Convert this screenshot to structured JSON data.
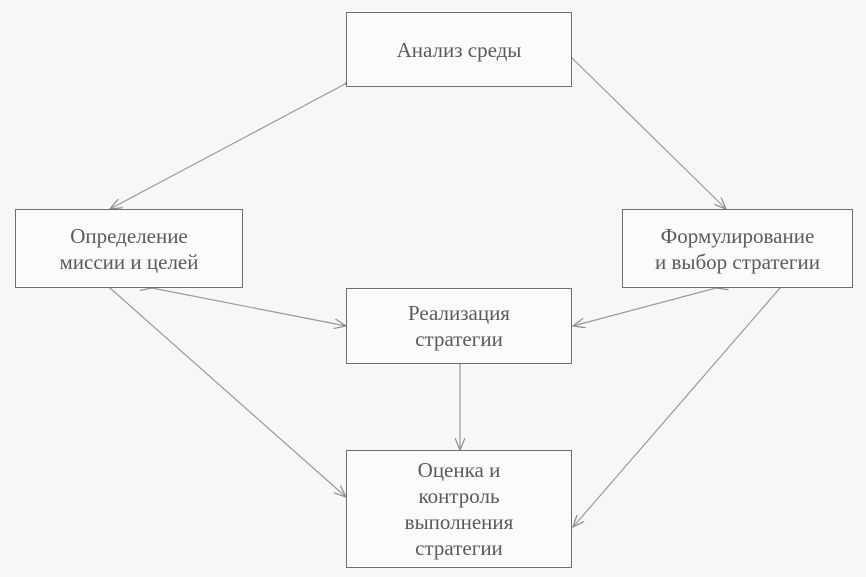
{
  "diagram": {
    "nodes": [
      {
        "id": "env",
        "label": "Анализ среды"
      },
      {
        "id": "mission",
        "label": "Определение\nмиссии и целей"
      },
      {
        "id": "formulation",
        "label": "Формулирование\nи выбор стратегии"
      },
      {
        "id": "implementation",
        "label": "Реализация\nстратегии"
      },
      {
        "id": "evaluation",
        "label": "Оценка и\nконтроль\nвыполнения\nстратегии"
      }
    ],
    "edges": [
      {
        "from": "env",
        "to": "mission",
        "type": "bidirectional"
      },
      {
        "from": "env",
        "to": "formulation",
        "type": "bidirectional"
      },
      {
        "from": "mission",
        "to": "implementation",
        "type": "bidirectional"
      },
      {
        "from": "formulation",
        "to": "implementation",
        "type": "bidirectional"
      },
      {
        "from": "implementation",
        "to": "evaluation",
        "type": "bidirectional"
      },
      {
        "from": "mission",
        "to": "evaluation",
        "type": "bidirectional"
      },
      {
        "from": "formulation",
        "to": "evaluation",
        "type": "bidirectional"
      }
    ],
    "colors": {
      "background": "#f7f7f5",
      "box_border": "#6f6f6f",
      "text": "#5a5a5a",
      "arrow": "#9a9a9a"
    }
  }
}
